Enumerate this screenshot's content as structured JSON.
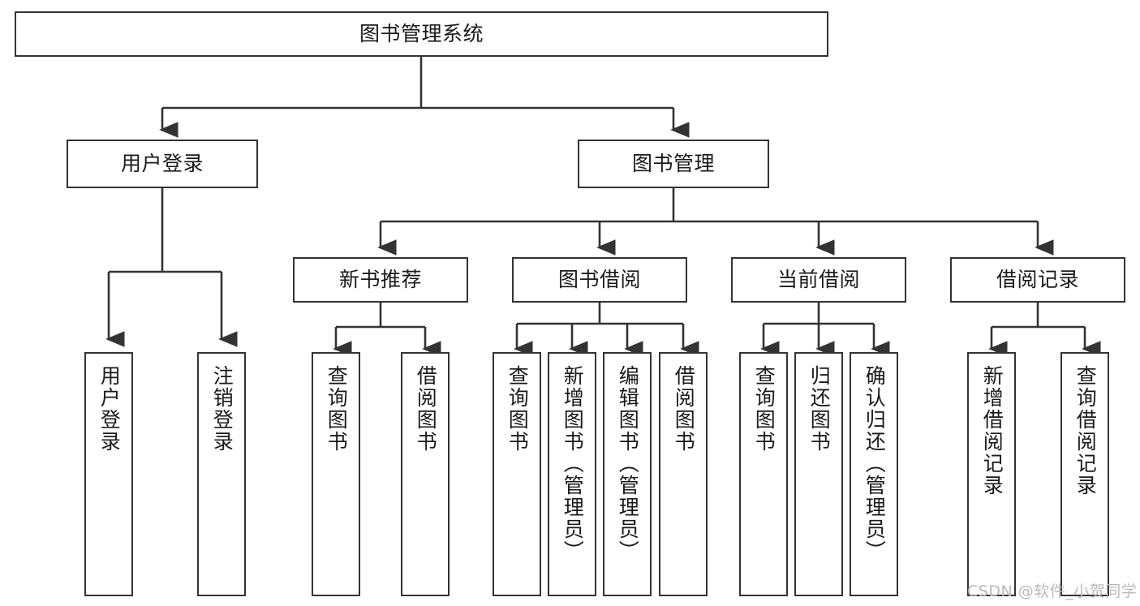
{
  "diagram": {
    "title": "图书管理系统",
    "type": "tree",
    "watermark": "CSDN @软件_小贺同学",
    "colors": {
      "box_border": "#333333",
      "box_fill": "#ffffff",
      "edge": "#333333",
      "text": "#1a1a1a",
      "watermark": "#b9b9b9",
      "background": "#ffffff"
    },
    "nodes": {
      "root": {
        "label": "图书管理系统"
      },
      "level1": [
        {
          "id": "user-login",
          "label": "用户登录"
        },
        {
          "id": "book-manage",
          "label": "图书管理"
        }
      ],
      "level2": [
        {
          "id": "new-book-rec",
          "label": "新书推荐",
          "parent": "book-manage"
        },
        {
          "id": "book-borrow",
          "label": "图书借阅",
          "parent": "book-manage"
        },
        {
          "id": "current-borrow",
          "label": "当前借阅",
          "parent": "book-manage"
        },
        {
          "id": "borrow-record",
          "label": "借阅记录",
          "parent": "book-manage"
        }
      ],
      "leaves": [
        {
          "id": "leaf-user-login",
          "label": "用户登录",
          "parent": "user-login"
        },
        {
          "id": "leaf-logout-login",
          "label": "注销登录",
          "parent": "user-login"
        },
        {
          "id": "leaf-query-book-1",
          "label": "查询图书",
          "parent": "new-book-rec"
        },
        {
          "id": "leaf-borrow-book-1",
          "label": "借阅图书",
          "parent": "new-book-rec"
        },
        {
          "id": "leaf-query-book-2",
          "label": "查询图书",
          "parent": "book-borrow"
        },
        {
          "id": "leaf-add-book",
          "label": "新增图书（管理员）",
          "parent": "book-borrow"
        },
        {
          "id": "leaf-edit-book",
          "label": "编辑图书（管理员）",
          "parent": "book-borrow"
        },
        {
          "id": "leaf-borrow-book-2",
          "label": "借阅图书",
          "parent": "book-borrow"
        },
        {
          "id": "leaf-query-book-3",
          "label": "查询图书",
          "parent": "current-borrow"
        },
        {
          "id": "leaf-return-book",
          "label": "归还图书",
          "parent": "current-borrow"
        },
        {
          "id": "leaf-confirm-return",
          "label": "确认归还（管理员）",
          "parent": "current-borrow"
        },
        {
          "id": "leaf-add-record",
          "label": "新增借阅记录",
          "parent": "borrow-record"
        },
        {
          "id": "leaf-query-record",
          "label": "查询借阅记录",
          "parent": "borrow-record"
        }
      ]
    }
  }
}
